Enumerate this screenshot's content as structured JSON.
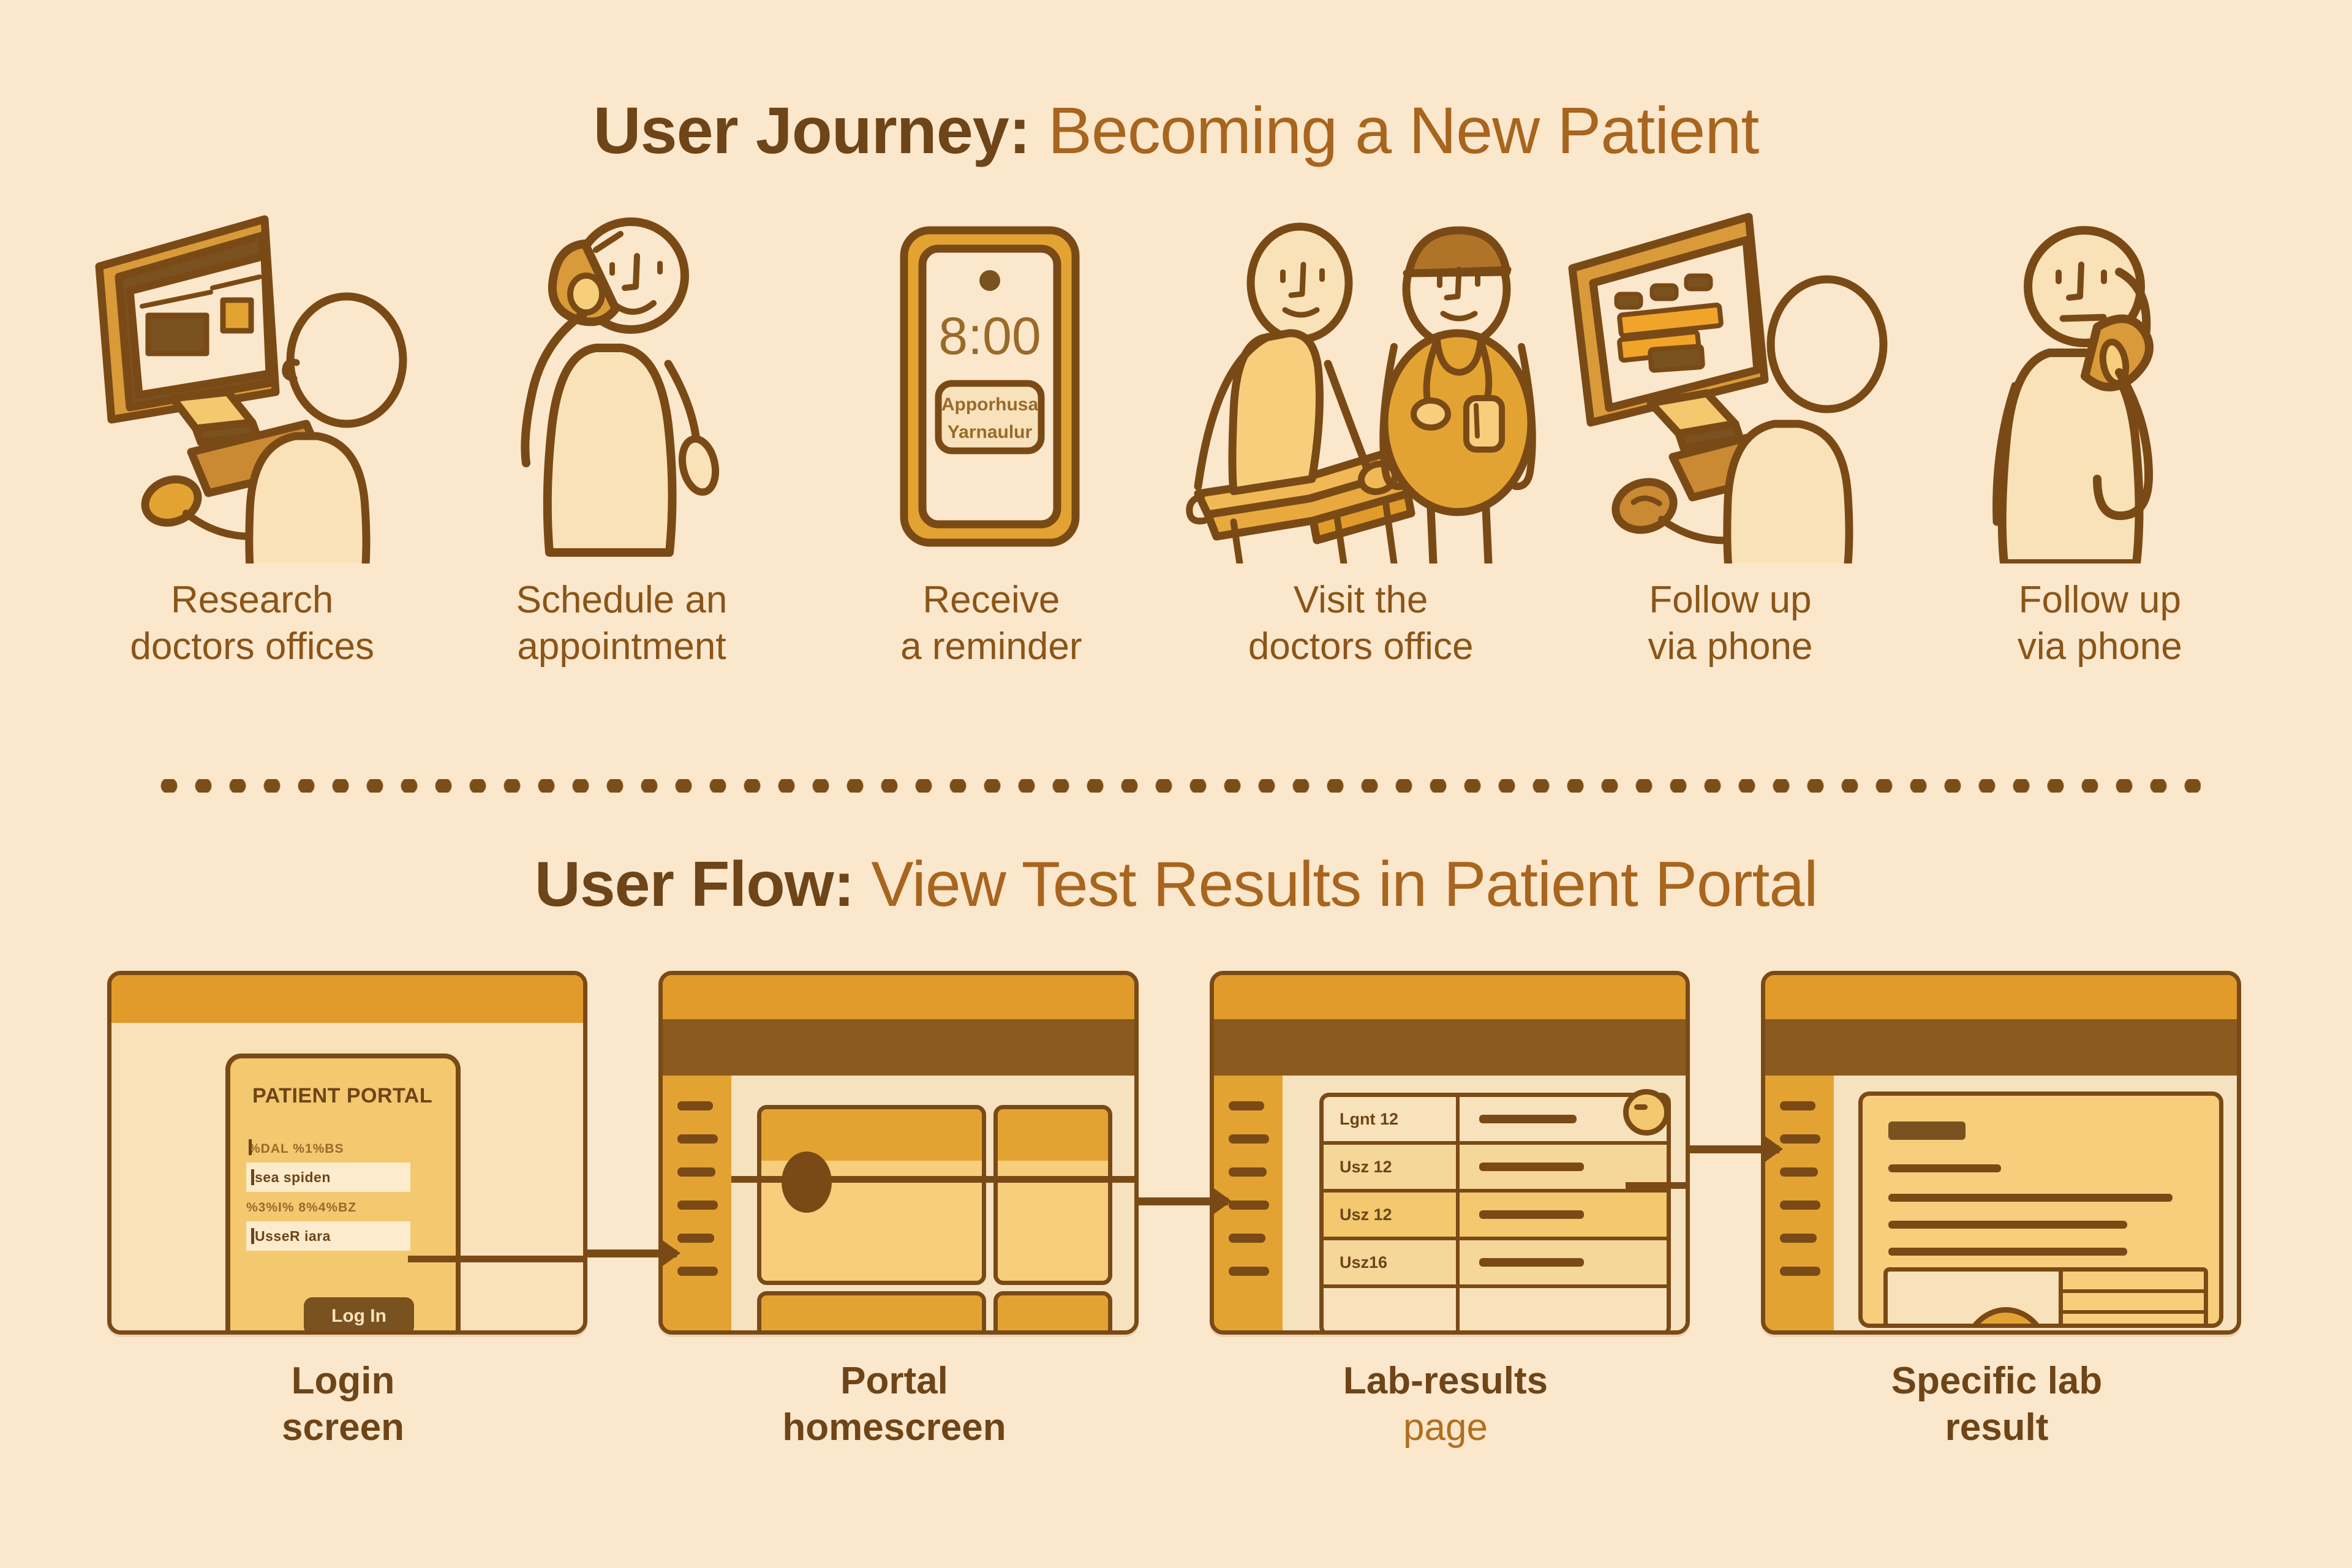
{
  "journey": {
    "title_strong": "User Journey:",
    "title_light": " Becoming a New Patient",
    "steps": [
      {
        "art": "desktop-research",
        "caption": "Research\ndoctors offices"
      },
      {
        "art": "person-phone-call",
        "caption": "Schedule an\nappointment"
      },
      {
        "art": "smartphone-reminder",
        "caption": "Receive\na reminder"
      },
      {
        "art": "patient-and-doctor",
        "caption": "Visit the\ndoctors office"
      },
      {
        "art": "desktop-followup",
        "caption": "Follow up\nvia phone"
      },
      {
        "art": "person-phone-right",
        "caption": "Follow up\nvia phone"
      }
    ],
    "phone": {
      "time": "8:00",
      "notice_line1": "Apporhusa",
      "notice_line2": "Yarnaulur"
    }
  },
  "flow": {
    "title_strong": "User Flow:",
    "title_light": " View Test Results in Patient Portal",
    "steps": [
      {
        "caption_bold": "Login",
        "caption_rest": "screen"
      },
      {
        "caption_bold": "Portal",
        "caption_rest": "homescreen"
      },
      {
        "caption_bold": "Lab-results",
        "caption_rest": "page",
        "rest_thin": true
      },
      {
        "caption_bold": "Specific lab",
        "caption_rest": "result"
      }
    ],
    "login": {
      "heading": "PATIENT PORTAL",
      "field1_label": "%DAL %1%BS",
      "field1_value": "sea spiden",
      "field2_label": "%3%I% 8%4%BZ",
      "field2_value": "UsseR iara",
      "button": "Log In"
    },
    "lab_results": {
      "rows": [
        {
          "label": "Lgnt 12",
          "bar_width": "52%"
        },
        {
          "label": "Usz 12",
          "bar_width": "56%"
        },
        {
          "label": "Usz 12",
          "bar_width": "56%"
        },
        {
          "label": "Usz16",
          "bar_width": "56%"
        }
      ]
    }
  },
  "colors": {
    "background": "#FBE7CC",
    "ink": "#7A4A16",
    "title_strong": "#6E4518",
    "title_light": "#A8651E",
    "orange": "#E09B2A",
    "amber": "#F3C86F",
    "cream": "#F8E2BB"
  }
}
